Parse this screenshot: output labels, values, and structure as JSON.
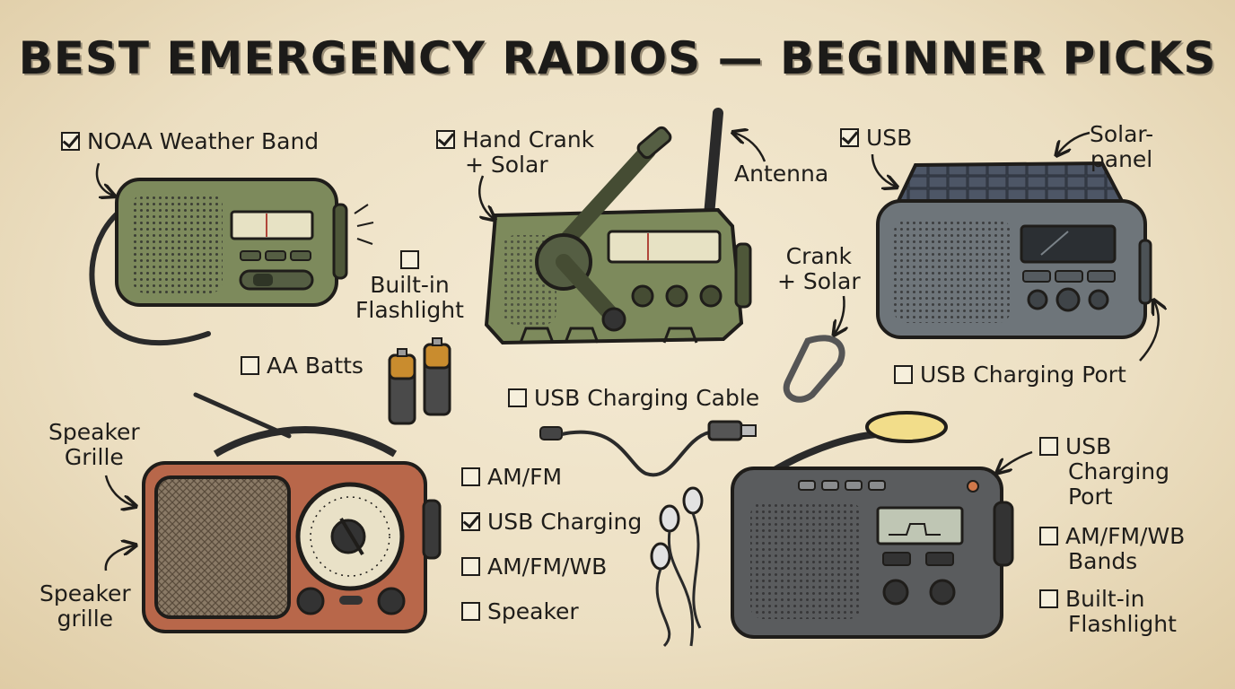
{
  "title": "BEST EMERGENCY RADIOS — BEGINNER PICKS",
  "radio1": {
    "noaa": {
      "text": "NOAA Weather Band",
      "checked": true
    },
    "flashlight": {
      "text": [
        "Built-in",
        "Flashlight"
      ],
      "checked": false
    },
    "batts": {
      "text": "AA Batts",
      "checked": false
    }
  },
  "radio2": {
    "crank": {
      "text": [
        "Hand Crank",
        "+ Solar"
      ],
      "checked": true
    },
    "antenna": "Antenna",
    "cable": {
      "text": "USB Charging Cable",
      "checked": false
    }
  },
  "radio3": {
    "usb": {
      "text": "USB",
      "checked": true
    },
    "solar": [
      "Solar-",
      "panel"
    ],
    "crank_solar": [
      "Crank",
      "+ Solar"
    ],
    "port": {
      "text": "USB Charging Port",
      "checked": false
    }
  },
  "radio4": {
    "grille1": [
      "Speaker",
      "Grille"
    ],
    "grille2": [
      "Speaker",
      "grille"
    ],
    "amfm": {
      "text": "AM/FM",
      "checked": false
    },
    "usbcharging": {
      "text": "USB Charging",
      "checked": true
    },
    "amfmwb": {
      "text": "AM/FM/WB",
      "checked": false
    },
    "speaker": {
      "text": "Speaker",
      "checked": false
    }
  },
  "radio5": {
    "port": {
      "text": [
        "USB",
        "Charging",
        "Port"
      ],
      "checked": false
    },
    "bands": {
      "text": [
        "AM/FM/WB",
        "Bands"
      ],
      "checked": false
    },
    "flashlight": {
      "text": [
        "Built-in",
        "Flashlight"
      ],
      "checked": false
    }
  },
  "colors": {
    "paper": "#efe3c8",
    "ink": "#1f1d1a",
    "olive": "#7d8a5c",
    "slate": "#6e757a",
    "wood": "#b8674a",
    "charcoal": "#5a5c5e"
  }
}
